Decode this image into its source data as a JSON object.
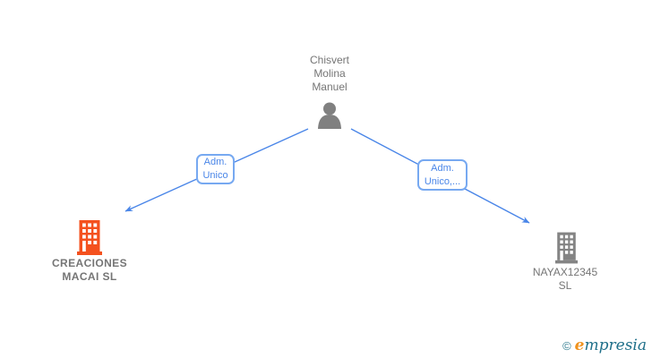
{
  "diagram": {
    "person": {
      "name": "Chisvert\nMolina\nManuel"
    },
    "edges": [
      {
        "label": "Adm.\nUnico"
      },
      {
        "label": "Adm.\nUnico,..."
      }
    ],
    "companies": [
      {
        "name": "CREACIONES\nMACAI SL",
        "highlighted": "true"
      },
      {
        "name": "NAYAX12345\nSL",
        "highlighted": "false"
      }
    ]
  },
  "branding": {
    "copyright": "©",
    "logo_first_letter": "e",
    "logo_rest": "mpresia"
  },
  "colors": {
    "edge_blue": "#4a86e8",
    "edge_box_border": "#77a9f1",
    "person_icon_gray": "#808080",
    "company_highlight_orange": "#f4511e",
    "company_icon_gray": "#848484",
    "label_text_gray": "#757575",
    "logo_teal": "#20708a",
    "logo_orange": "#f0931f"
  }
}
